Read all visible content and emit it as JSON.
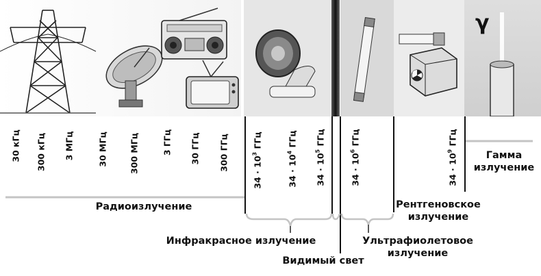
{
  "spectrum": {
    "frequencies": [
      {
        "text": "30 кГц"
      },
      {
        "text": "300 кГц"
      },
      {
        "text": "3 МГц"
      },
      {
        "text": "30 МГц"
      },
      {
        "text": "300 МГц"
      },
      {
        "text": "3 ГГц"
      },
      {
        "text": "30 ГГц"
      },
      {
        "text": "300 ГГц"
      },
      {
        "base": "34 · 10",
        "exp": "3",
        "unit": " ГГц"
      },
      {
        "base": "34 · 10",
        "exp": "4",
        "unit": " ГГц"
      },
      {
        "base": "34 · 10",
        "exp": "5",
        "unit": " ГГц"
      },
      {
        "base": "34 · 10",
        "exp": "6",
        "unit": " ГГц"
      },
      {
        "base": "34 · 10",
        "exp": "9",
        "unit": " ГГц"
      }
    ],
    "gamma_symbol": "γ"
  },
  "labels": {
    "radio": "Радиоизлучение",
    "infrared": "Инфракрасное  излучение",
    "visible": "Видимый  свет",
    "ultraviolet_line1": "Ультрафиолетовое",
    "ultraviolet_line2": "излучение",
    "xray_line1": "Рентгеновское",
    "xray_line2": "излучение",
    "gamma_line1": "Гамма",
    "gamma_line2": "излучение"
  }
}
